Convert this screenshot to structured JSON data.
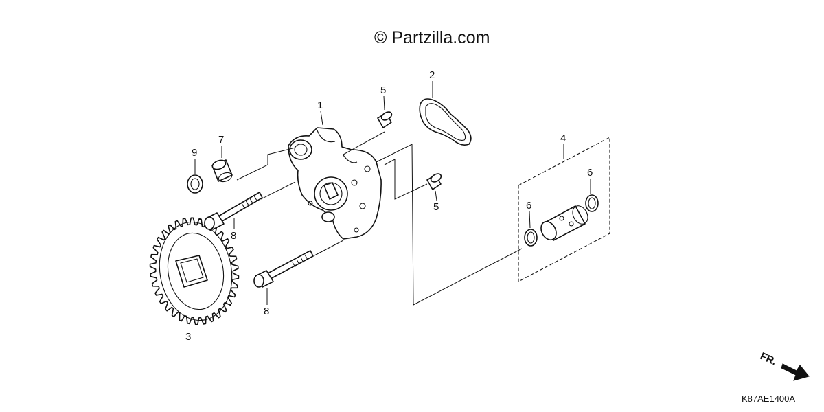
{
  "watermark": "© Partzilla.com",
  "diagram_code": "K87AE1400A",
  "direction_label": "FR.",
  "callouts": [
    "1",
    "2",
    "3",
    "4",
    "5",
    "5",
    "6",
    "6",
    "7",
    "8",
    "8",
    "9"
  ]
}
